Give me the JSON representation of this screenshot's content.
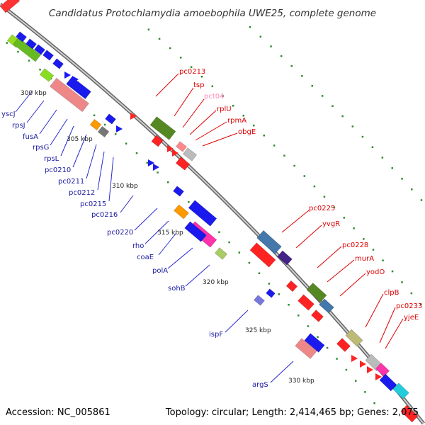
{
  "title": "Candidatus Protochlamydia amoebophila UWE25, complete genome",
  "accession_text": "Accession: NC_005861",
  "topology_text": "Topology: circular; Length: 2,414,465 bp; Genes: 2,075",
  "colors": {
    "backbone": "#999999",
    "tick": "#2e8b2e",
    "minus_strand_label": "#1a1aa0",
    "plus_strand_label": "#dd0000",
    "pseudo_label": "#ff88bb",
    "leader_minus": "#2a2ad0",
    "leader_plus": "#e00000"
  },
  "kbp_labels": [
    "300 kbp",
    "305 kbp",
    "310 kbp",
    "315 kbp",
    "320 kbp",
    "325 kbp",
    "330 kbp"
  ],
  "minus_strand_genes": [
    "yscJ",
    "rpsJ",
    "fusA",
    "rpsG",
    "rpsL",
    "pc0210",
    "pc0211",
    "pc0212",
    "pc0215",
    "pc0216",
    "pc0220",
    "rho",
    "coaE",
    "polA",
    "sohB",
    "ispF",
    "argS"
  ],
  "plus_strand_genes": [
    "pc0213",
    "tsp",
    "pct04",
    "rplU",
    "rpmA",
    "obgE",
    "pc0225",
    "yvgR",
    "pc0228",
    "murA",
    "yodO",
    "clpB",
    "pc0233",
    "yjeE"
  ]
}
